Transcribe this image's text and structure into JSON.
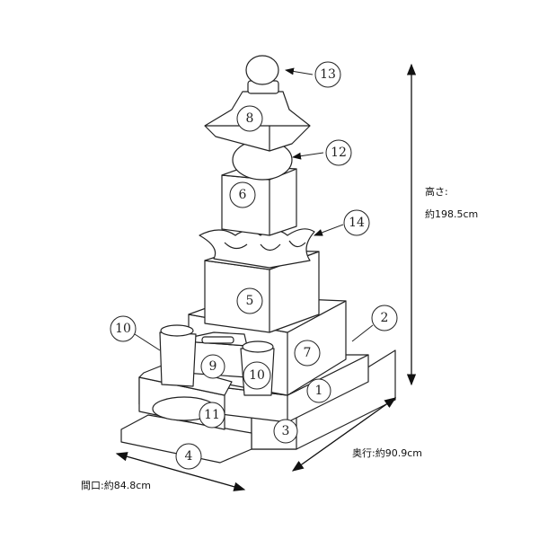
{
  "title": "墓石 各部名称",
  "parts": [
    {
      "num": "1"
    },
    {
      "num": "2"
    },
    {
      "num": "3"
    },
    {
      "num": "4"
    },
    {
      "num": "5"
    },
    {
      "num": "6"
    },
    {
      "num": "7"
    },
    {
      "num": "8"
    },
    {
      "num": "9"
    },
    {
      "num": "10"
    },
    {
      "num": "10"
    },
    {
      "num": "11"
    },
    {
      "num": "12"
    },
    {
      "num": "13"
    },
    {
      "num": "14"
    }
  ],
  "dimensions": {
    "height_label": "高さ:",
    "height_value": "約198.5cm",
    "depth": "奥行:約90.9cm",
    "width": "間口:約84.8cm"
  },
  "colors": {
    "line": "#222222",
    "background": "#ffffff"
  }
}
